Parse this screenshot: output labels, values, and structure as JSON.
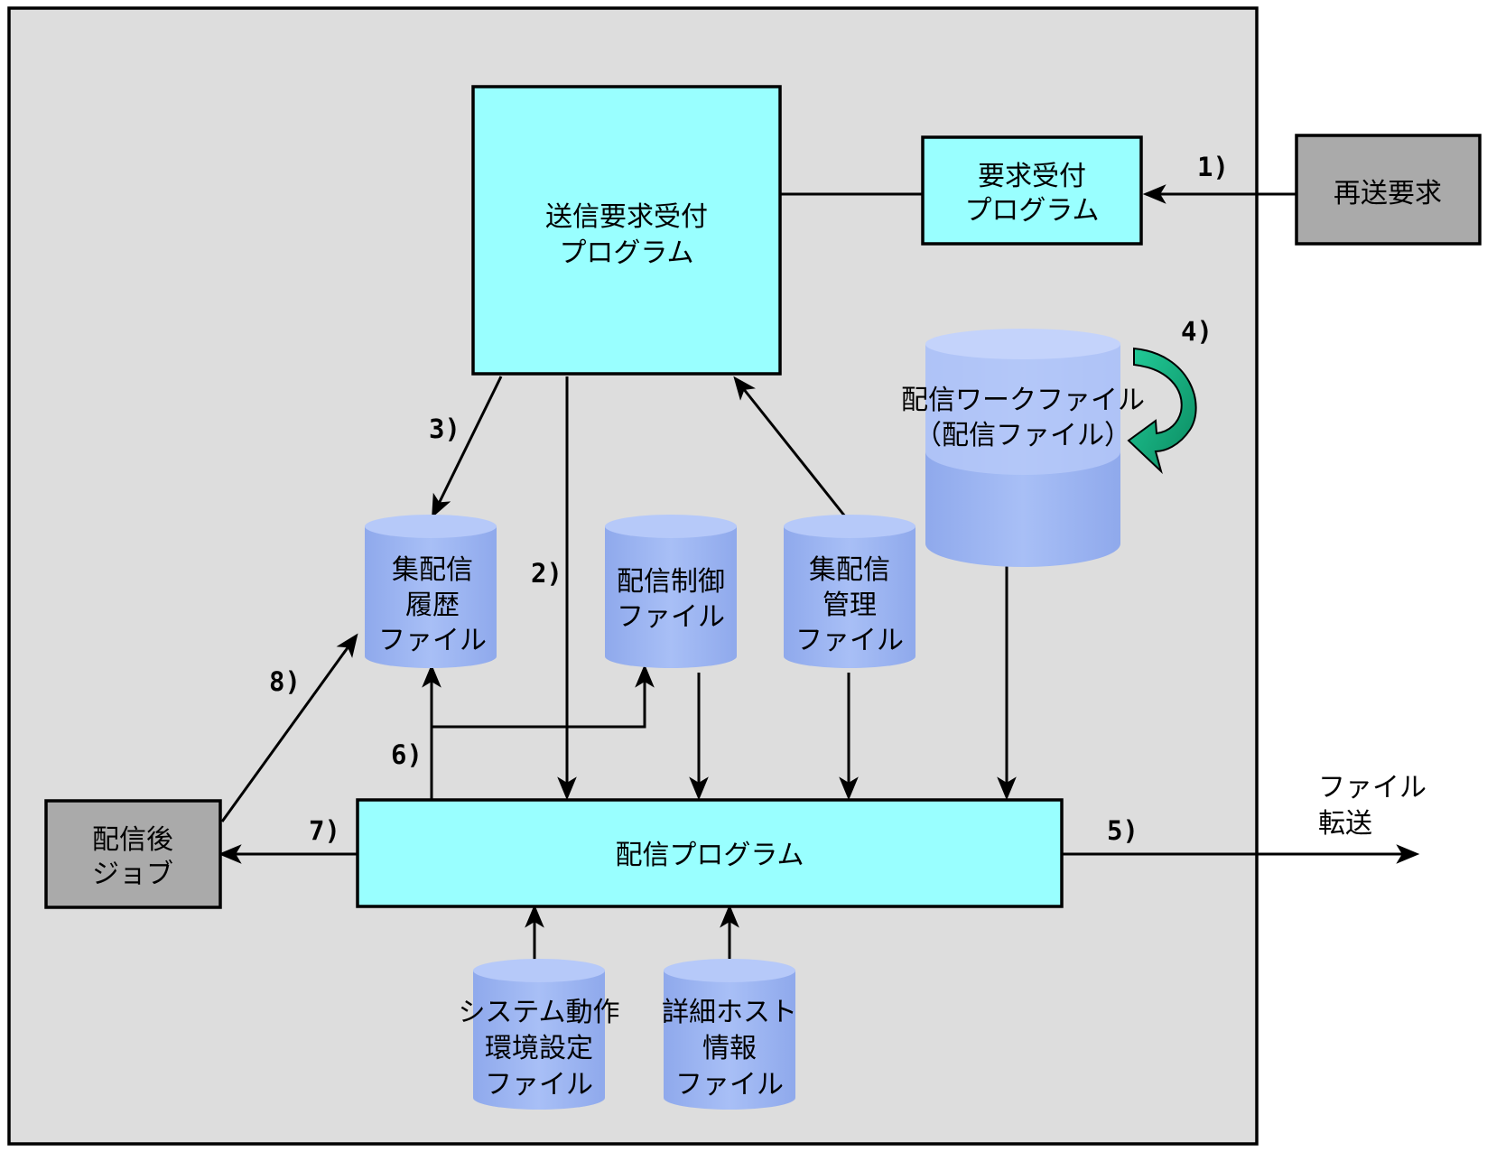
{
  "nodes": {
    "send_request_program": {
      "line1": "送信要求受付",
      "line2": "プログラム"
    },
    "request_program": {
      "line1": "要求受付",
      "line2": "プログラム"
    },
    "resend_request": {
      "label": "再送要求"
    },
    "work_file": {
      "line1": "配信ワークファイル",
      "line2": "（配信ファイル）"
    },
    "history_file": {
      "line1": "集配信",
      "line2": "履歴",
      "line3": "ファイル"
    },
    "control_file": {
      "line1": "配信制御",
      "line2": "ファイル"
    },
    "management_file": {
      "line1": "集配信",
      "line2": "管理",
      "line3": "ファイル"
    },
    "delivery_program": {
      "label": "配信プログラム"
    },
    "post_delivery_job": {
      "line1": "配信後",
      "line2": "ジョブ"
    },
    "system_env_file": {
      "line1": "システム動作",
      "line2": "環境設定",
      "line3": "ファイル"
    },
    "host_info_file": {
      "line1": "詳細ホスト",
      "line2": "情報",
      "line3": "ファイル"
    },
    "file_transfer": {
      "line1": "ファイル",
      "line2": "転送"
    }
  },
  "steps": {
    "s1": "1)",
    "s2": "2)",
    "s3": "3)",
    "s4": "4)",
    "s5": "5)",
    "s6": "6)",
    "s7": "7)",
    "s8": "8)"
  },
  "colors": {
    "panel": "#dddddd",
    "process": "#99ffff",
    "external": "#aaaaaa",
    "cylinder": "#99b3f0",
    "cylinder_top": "#b6c9f9",
    "cycle_arrow": "#11aa77"
  }
}
